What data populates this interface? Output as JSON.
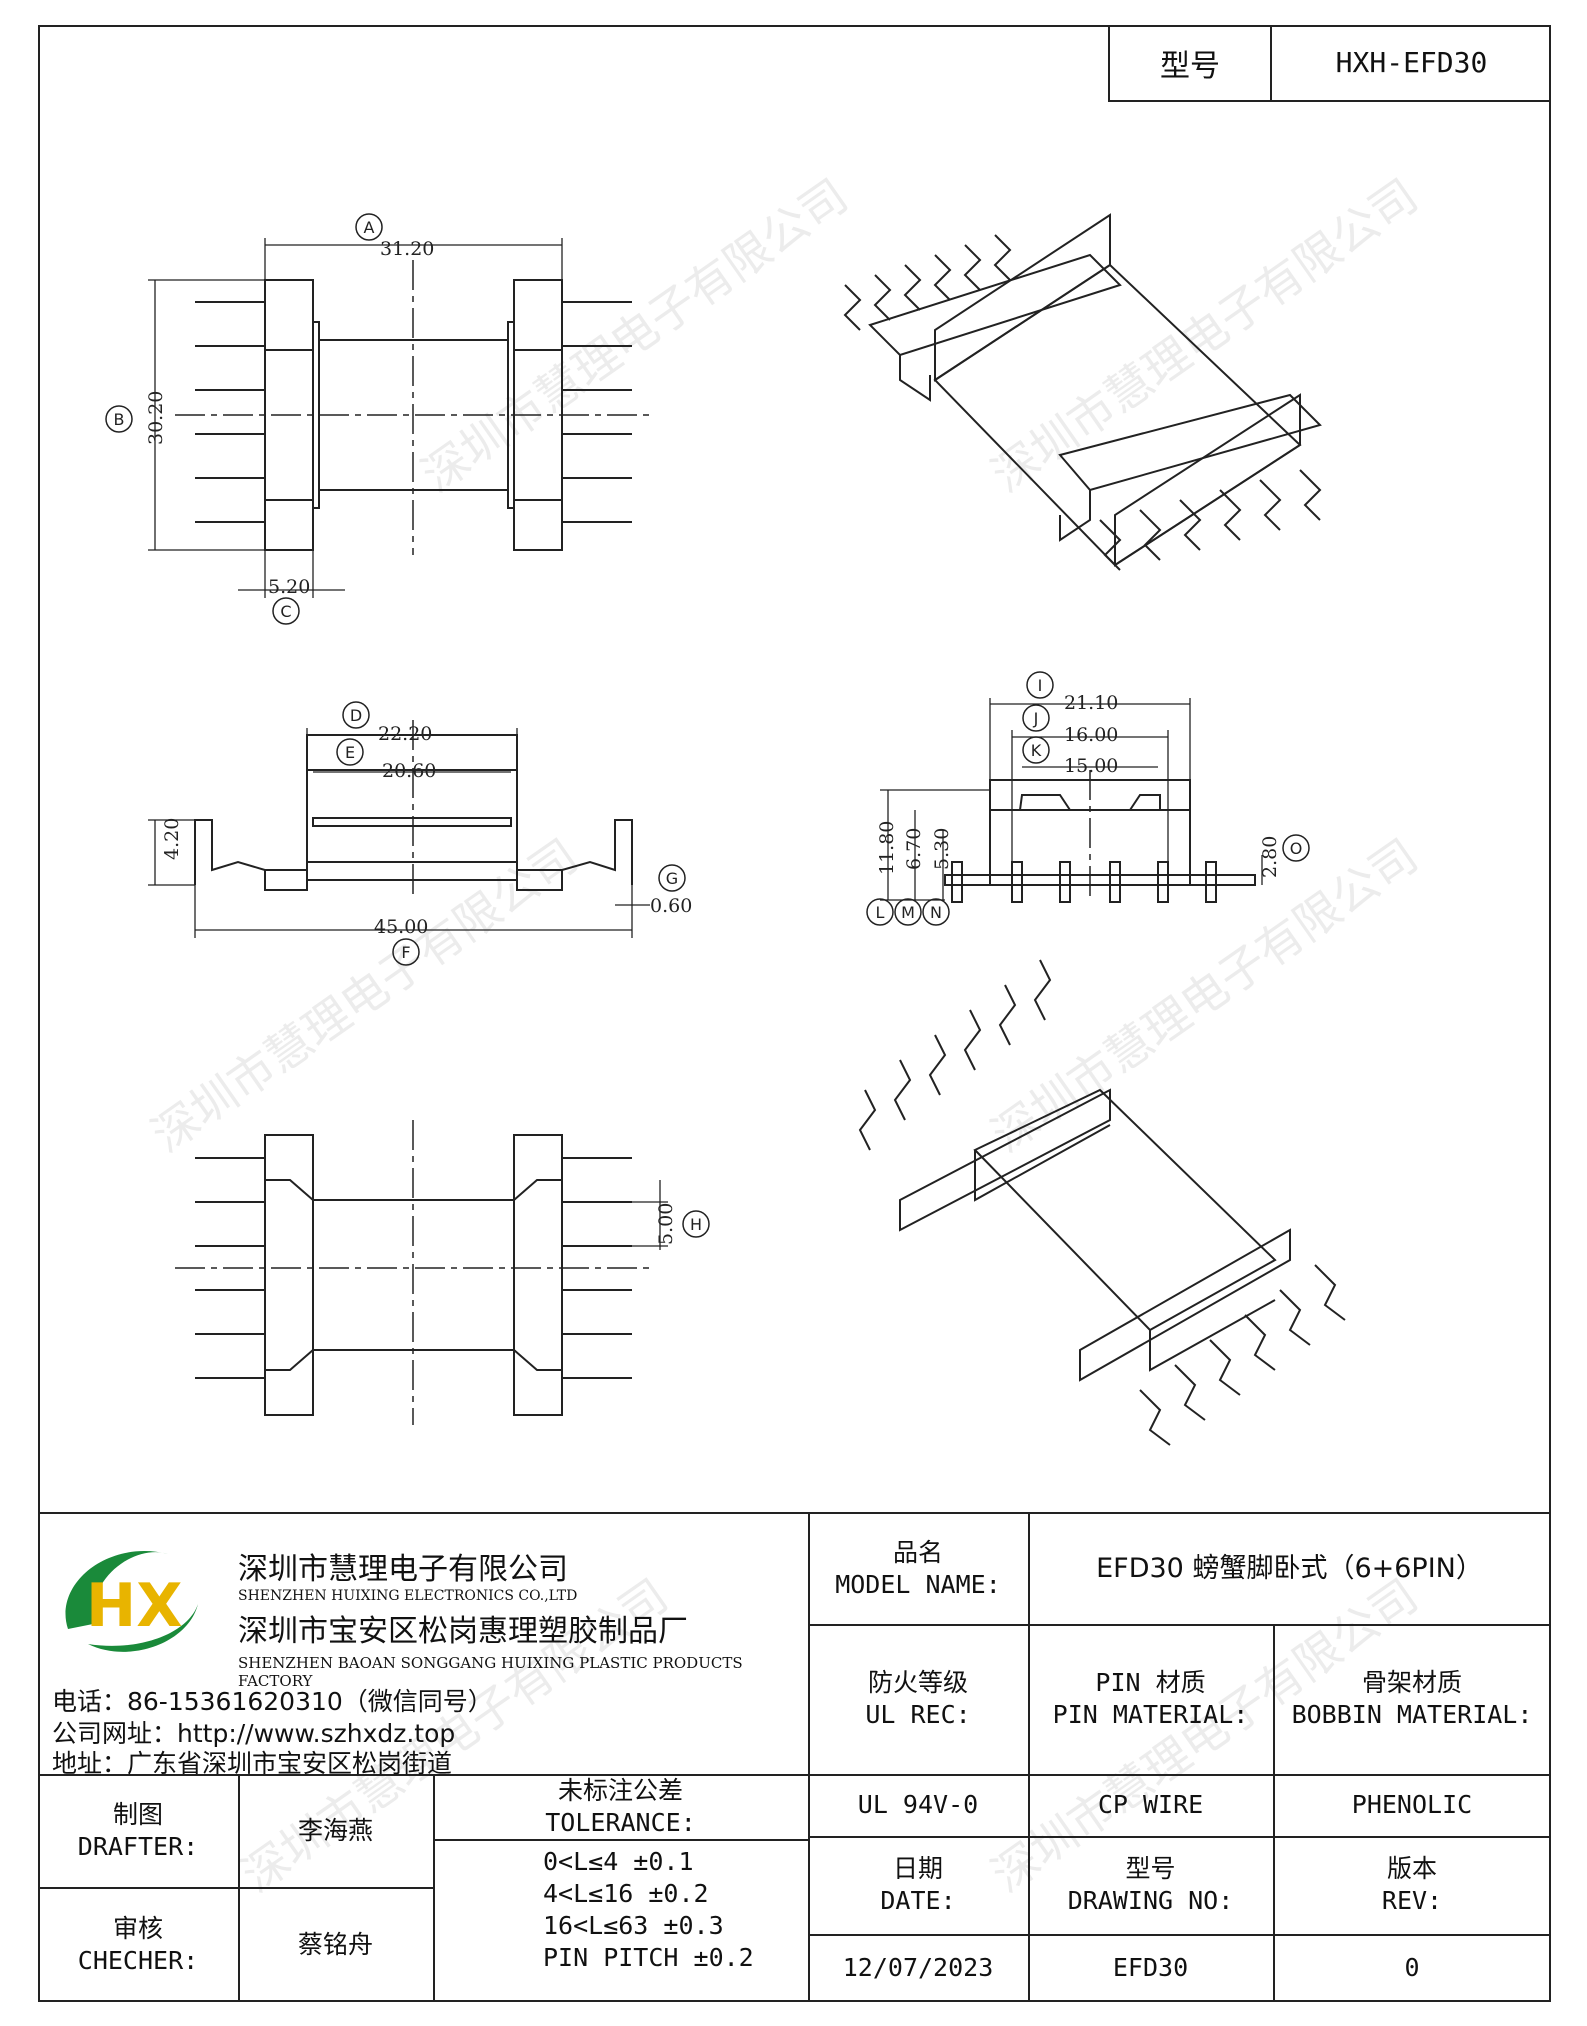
{
  "header": {
    "model_label": "型号",
    "model_value": "HXH-EFD30"
  },
  "dimensions": {
    "A": "31.20",
    "B": "30.20",
    "C": "5.20",
    "D": "22.20",
    "E": "20.60",
    "F": "45.00",
    "G": "0.60",
    "side_h": "4.20",
    "H": "5.00",
    "I": "21.10",
    "J": "16.00",
    "K": "15.00",
    "L": "11.80",
    "M": "6.70",
    "N": "5.30",
    "O": "2.80"
  },
  "callouts": {
    "A": "A",
    "B": "B",
    "C": "C",
    "D": "D",
    "E": "E",
    "F": "F",
    "G": "G",
    "H": "H",
    "I": "I",
    "J": "J",
    "K": "K",
    "L": "L",
    "M": "M",
    "N": "N",
    "O": "O"
  },
  "watermark": "深圳市慧理电子有限公司",
  "company": {
    "logo_letters": "HX",
    "name_cn": "深圳市慧理电子有限公司",
    "name_en": "SHENZHEN HUIXING ELECTRONICS CO.,LTD",
    "factory_cn": "深圳市宝安区松岗惠理塑胶制品厂",
    "factory_en": "SHENZHEN BAOAN SONGGANG HUIXING PLASTIC PRODUCTS FACTORY",
    "phone": "电话：86-15361620310（微信同号）",
    "website": "公司网址：http://www.szhxdz.top",
    "address": "地址：广东省深圳市宝安区松岗街道"
  },
  "titleblock": {
    "model_name_cn": "品名",
    "model_name_en": "MODEL NAME:",
    "model_name_value": "EFD30 螃蟹脚卧式（6+6PIN）",
    "ul_cn": "防火等级",
    "ul_en": "UL REC:",
    "pin_cn": "PIN 材质",
    "pin_en": "PIN MATERIAL:",
    "bobbin_cn": "骨架材质",
    "bobbin_en": "BOBBIN MATERIAL:",
    "ul_value": "UL 94V-0",
    "pin_value": "CP WIRE",
    "bobbin_value": "PHENOLIC",
    "drafter_cn": "制图",
    "drafter_en": "DRAFTER:",
    "drafter_value": "李海燕",
    "checker_cn": "审核",
    "checker_en": "CHECHER:",
    "checker_value": "蔡铭舟",
    "tol_cn": "未标注公差",
    "tol_en": "TOLERANCE:",
    "tol_lines": [
      "0<L≤4   ±0.1",
      "4<L≤16  ±0.2",
      "16<L≤63  ±0.3",
      "PIN PITCH  ±0.2"
    ],
    "date_cn": "日期",
    "date_en": "DATE:",
    "date_value": "12/07/2023",
    "drawing_cn": "型号",
    "drawing_en": "DRAWING NO:",
    "drawing_value": "EFD30",
    "rev_cn": "版本",
    "rev_en": "REV:",
    "rev_value": "0"
  }
}
